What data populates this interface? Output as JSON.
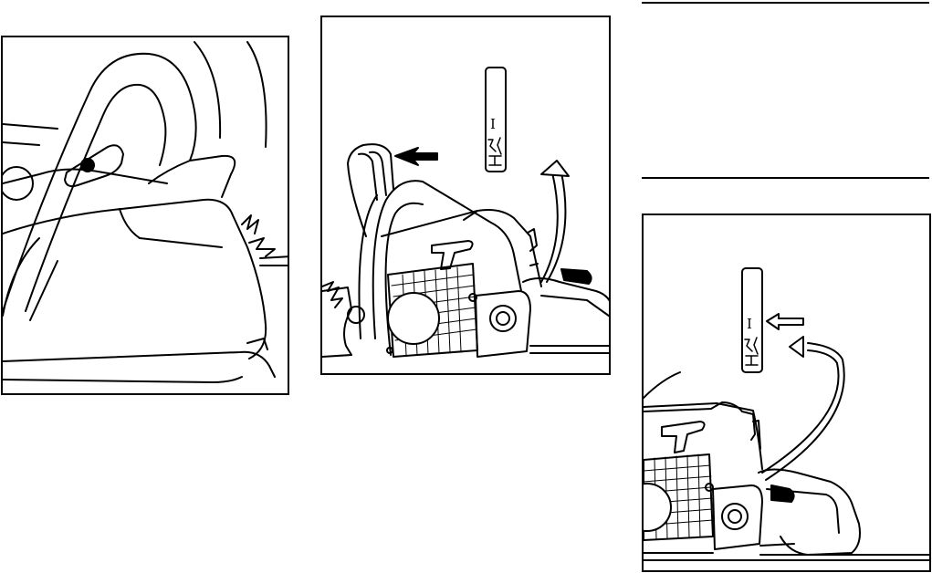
{
  "page": {
    "background": "#ffffff",
    "line_color": "#000000"
  },
  "figures": [
    {
      "id": "figure-1",
      "subject": "chainsaw-handle-detail"
    },
    {
      "id": "figure-2",
      "subject": "chainsaw-choke-lever-start"
    },
    {
      "id": "figure-3",
      "subject": "chainsaw-choke-lever-run"
    }
  ],
  "switch_label": {
    "run_symbol": "I"
  }
}
